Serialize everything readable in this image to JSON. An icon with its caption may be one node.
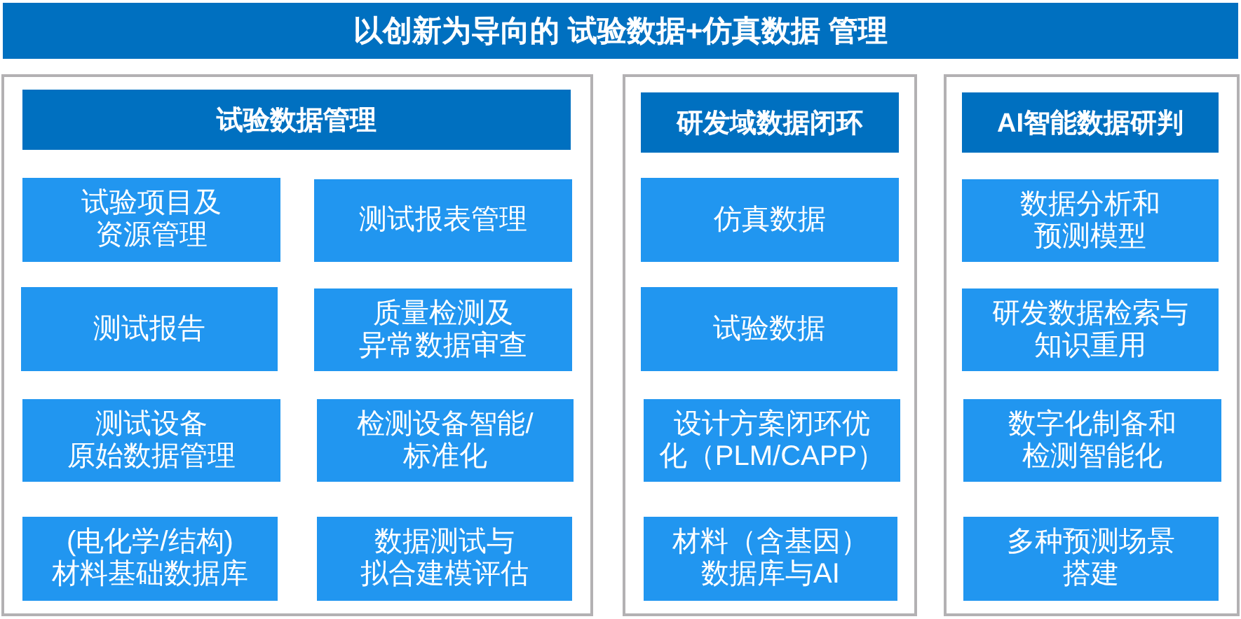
{
  "diagram": {
    "title": "以创新为导向的 试验数据+仿真数据 管理",
    "nodes": [
      {
        "text": [
          "试验数据管理"
        ]
      },
      {
        "text": [
          "试验项目及资源管理"
        ],
        "in": 0
      },
      {
        "text": [
          "测试报表管理"
        ],
        "in": 0
      },
      {
        "text": [
          "测试报告"
        ],
        "in": 0
      },
      {
        "text": [
          "质量检测及异常数据审查"
        ],
        "in": 0
      },
      {
        "text": [
          "测试设备原始数据管理"
        ],
        "in": 0
      },
      {
        "text": [
          "检测设备智能/标准化"
        ],
        "in": 0
      },
      {
        "text": [
          "(电化学/结构)材料基础数据库"
        ],
        "in": 0
      },
      {
        "text": [
          "数据测试与拟合建模评估"
        ],
        "in": 0
      },
      {
        "text": [
          "研发域数据闭环"
        ]
      },
      {
        "text": [
          "仿真数据"
        ],
        "in": 9
      },
      {
        "text": [
          "试验数据"
        ],
        "in": 9
      },
      {
        "text": [
          "设计方案闭环优化（PLM/CAPP）"
        ],
        "in": 9
      },
      {
        "text": [
          "材料（含基因）数据库与AI"
        ],
        "in": 9
      },
      {
        "text": [
          "AI智能数据研判"
        ]
      },
      {
        "text": [
          "数据分析和预测模型"
        ],
        "in": 14
      },
      {
        "text": [
          "研发数据检索与知识重用"
        ],
        "in": 14
      },
      {
        "text": [
          "数字化制备和检测智能化"
        ],
        "in": 14
      },
      {
        "text": [
          "多种预测场景搭建"
        ],
        "in": 14
      }
    ]
  }
}
